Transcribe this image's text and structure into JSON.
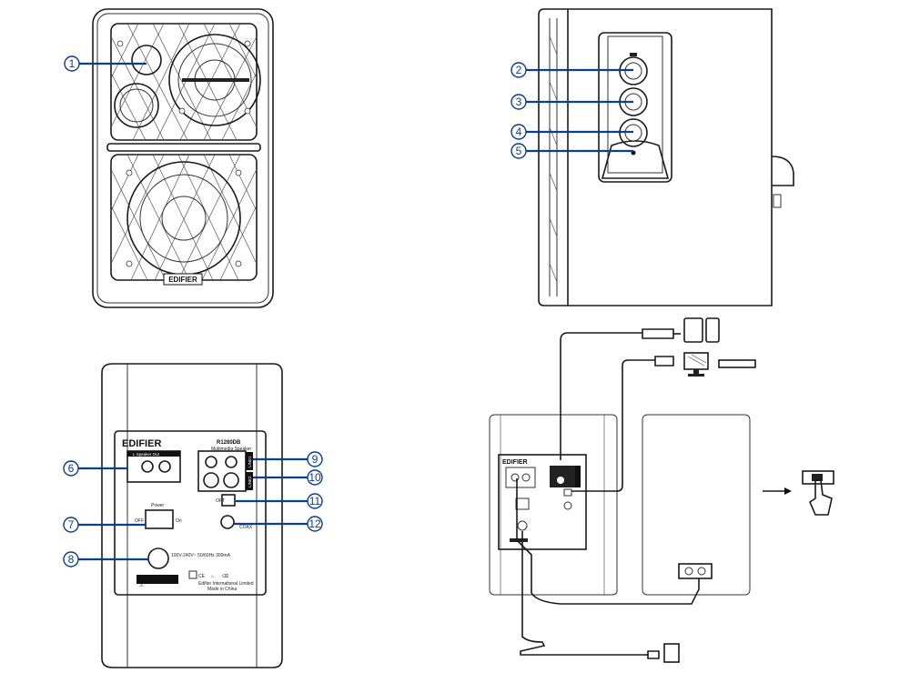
{
  "brand": "EDIFIER",
  "model": "R1280DB",
  "subtitle": "Multimedia Speaker",
  "panel": {
    "speaker_out": "L  Speaker Out",
    "power": "Power",
    "off": "OFF",
    "on": "On",
    "line1": "LINE1",
    "line2": "LINE2",
    "opt": "OPT",
    "coax": "COAX",
    "rating": "100V-240V~  50/60Hz  300mA",
    "company": "Edifier International Limited",
    "made_in": "Made in China"
  },
  "callouts": [
    "1",
    "2",
    "3",
    "4",
    "5",
    "6",
    "7",
    "8",
    "9",
    "10",
    "11",
    "12"
  ],
  "colors": {
    "callout": "#0b3d91",
    "line": "#1a1a1a"
  }
}
